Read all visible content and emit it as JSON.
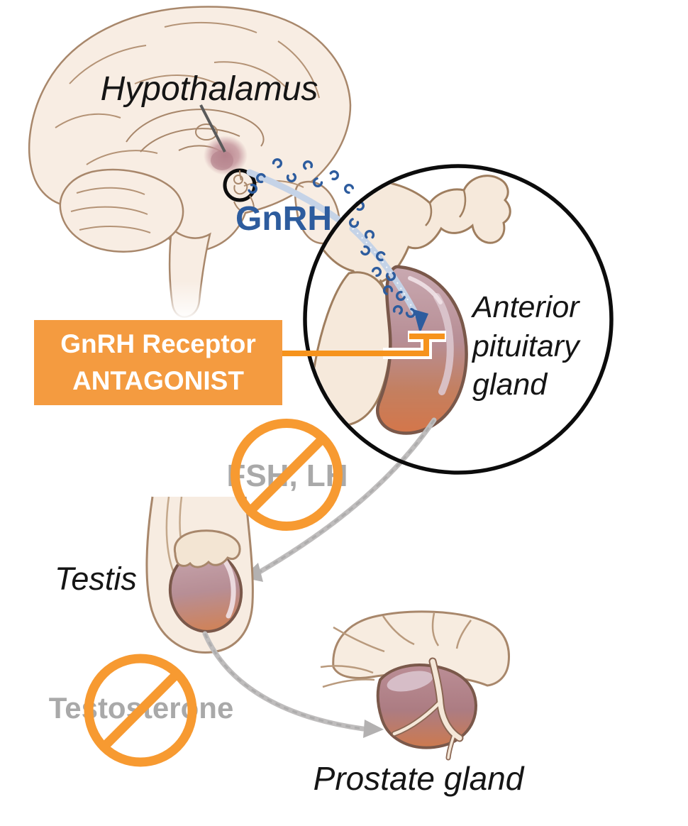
{
  "labels": {
    "hypothalamus": "Hypothalamus",
    "gnrh": "GnRH",
    "anterior_pituitary": "Anterior\npituitary\ngland",
    "antagonist_line1": "GnRH Receptor",
    "antagonist_line2": "ANTAGONIST",
    "fsh_lh": "FSH, LH",
    "testis": "Testis",
    "testosterone": "Testosterone",
    "prostate_gland": "Prostate gland"
  },
  "colors": {
    "antagonist_box_orange": "#F49B40",
    "inhibitor_orange": "#F6931C",
    "prohibition_orange": "#F79A31",
    "gnrh_blue": "#2D5C9E",
    "blocked_text_gray": "#A9A9A9",
    "arrow_gray": "#BFBDBD",
    "label_black": "#151515"
  },
  "icons": {
    "prohibition": "prohibition-icon",
    "inhibitor": "inhibitor-t-icon",
    "gnrh_flow": "dotted-arrow-icon",
    "hormone_flow": "curved-arrow-icon"
  }
}
